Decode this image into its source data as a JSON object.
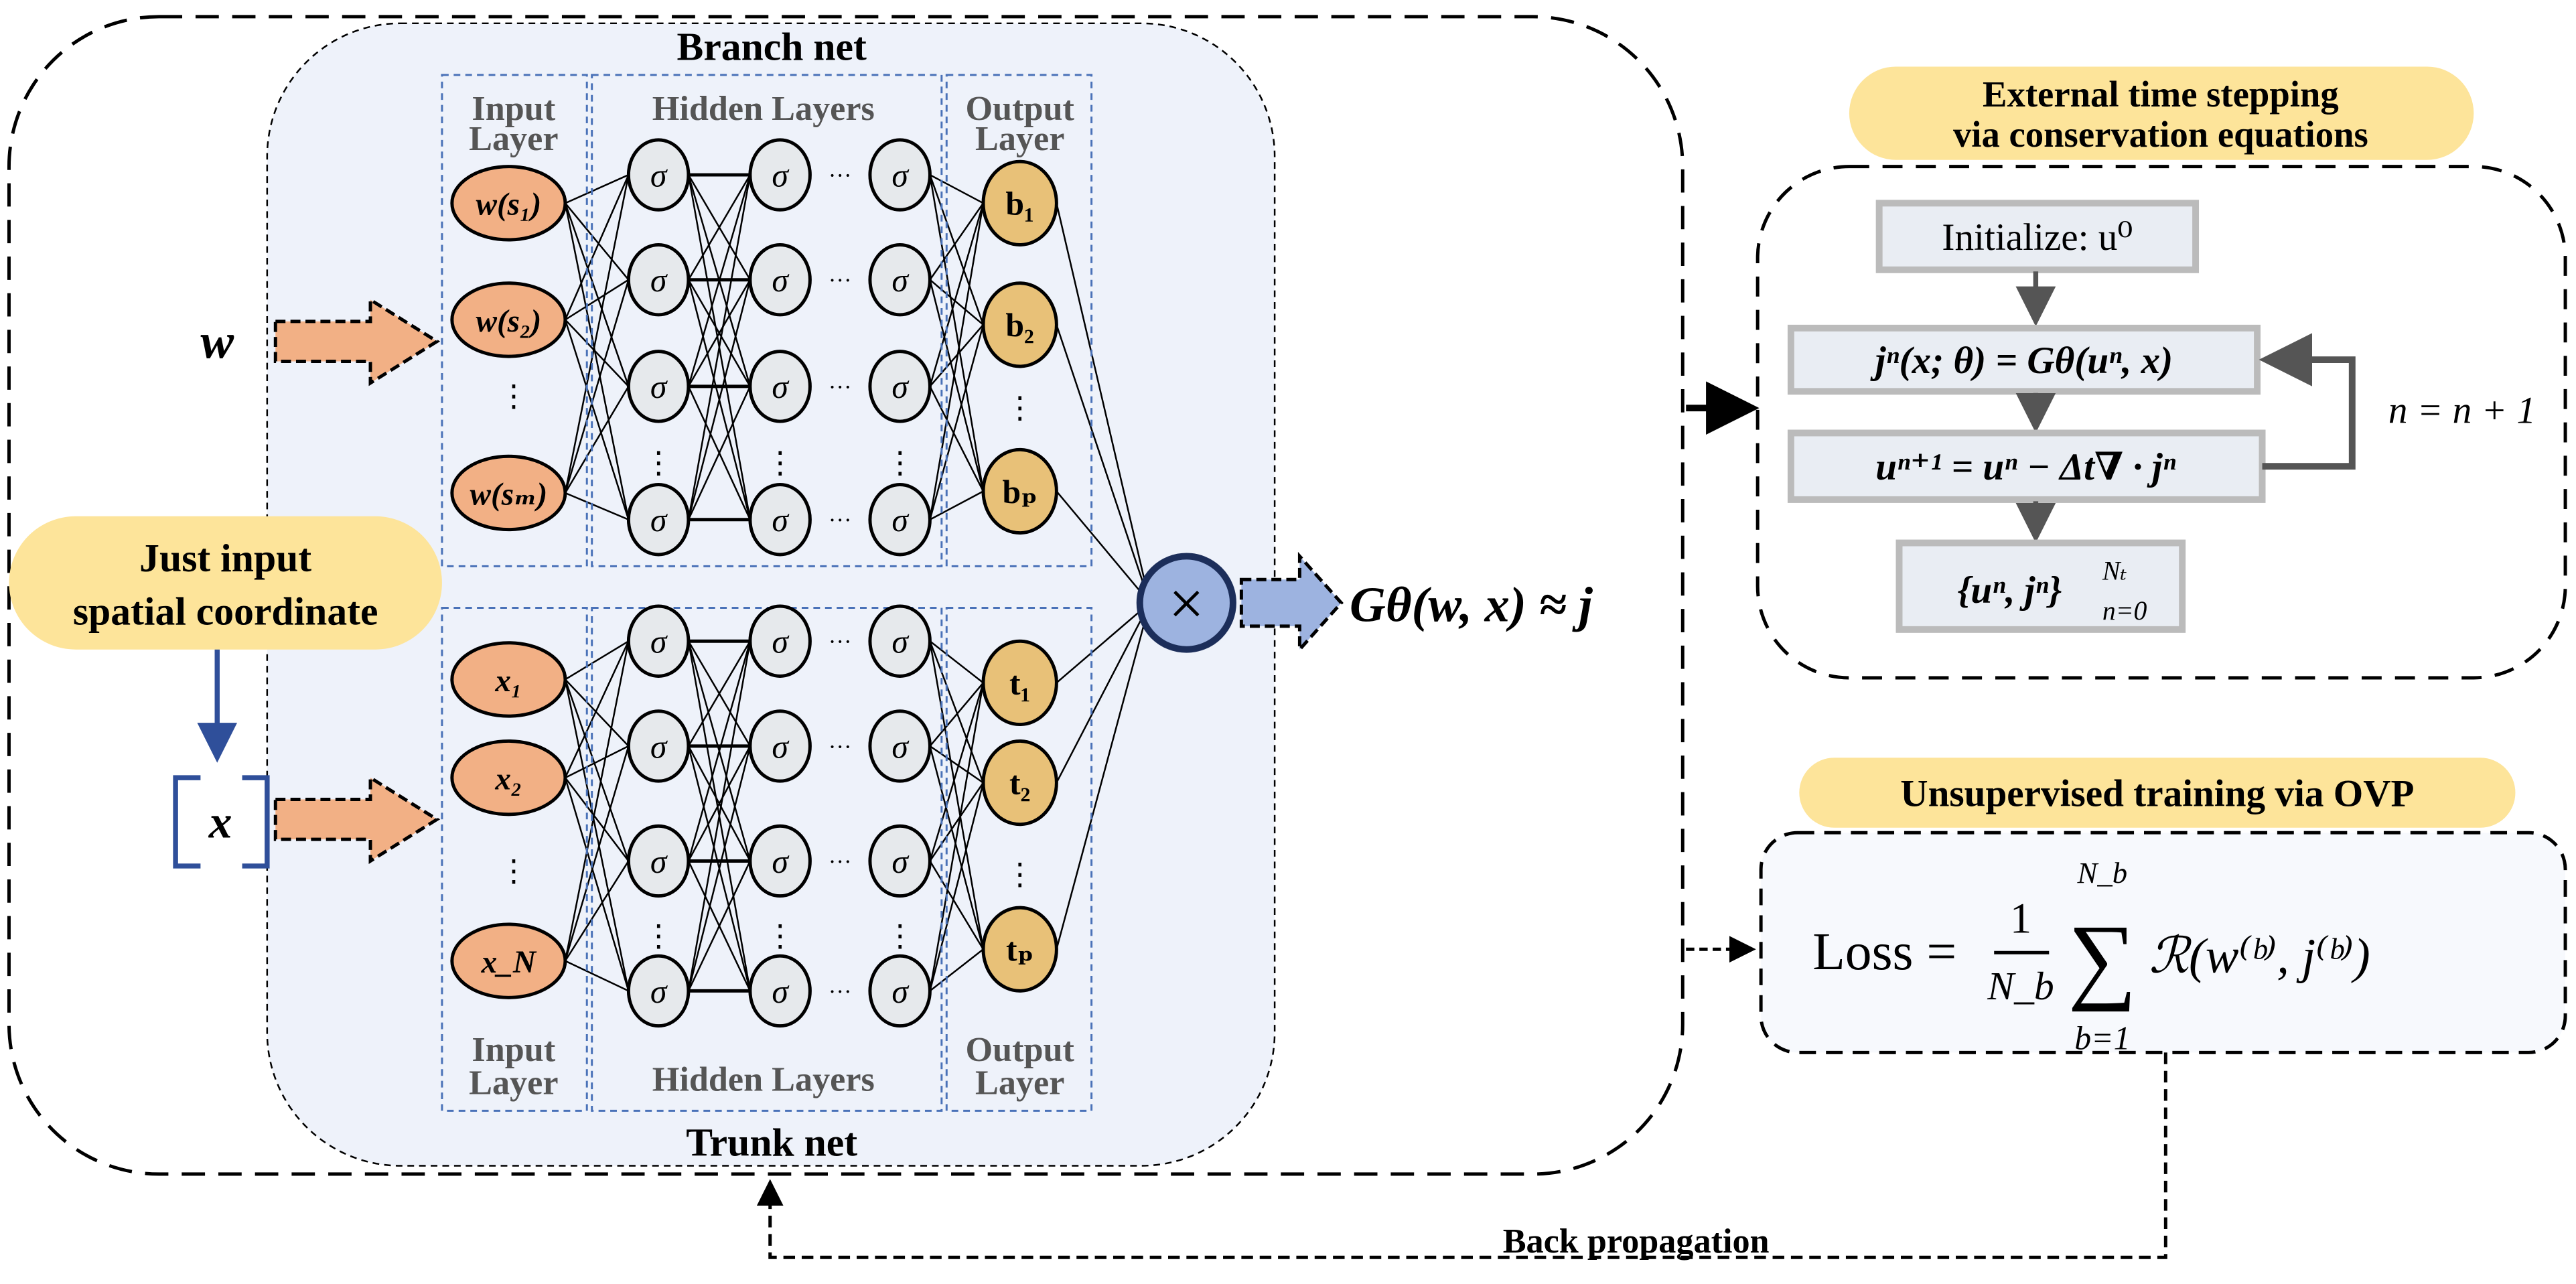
{
  "branch": {
    "title": "Branch net",
    "input_label": [
      "Input",
      "Layer"
    ],
    "hidden_label": "Hidden Layers",
    "output_label": [
      "Output",
      "Layer"
    ],
    "inputs": [
      "w(s₁)",
      "w(s₂)",
      "w(sₘ)"
    ],
    "outputs": [
      "b₁",
      "b₂",
      "bₚ"
    ],
    "input_symbol": "w"
  },
  "trunk": {
    "title": "Trunk net",
    "input_label": [
      "Input",
      "Layer"
    ],
    "hidden_label": "Hidden Layers",
    "output_label": [
      "Output",
      "Layer"
    ],
    "inputs": [
      "x₁",
      "x₂",
      "x_N"
    ],
    "outputs": [
      "t₁",
      "t₂",
      "tₚ"
    ],
    "input_symbol": "x"
  },
  "hidden_node_symbol": "σ",
  "ellipsis_h": "···",
  "ellipsis_v": "⋮",
  "multiply_symbol": "×",
  "operator_output": "Gθ(w, x) ≈ j",
  "callouts": {
    "spatial": [
      "Just input",
      "spatial coordinate"
    ],
    "time_stepping": [
      "External time stepping",
      "via conservation equations"
    ],
    "training": "Unsupervised training via OVP"
  },
  "time_stepping": {
    "init": "Initialize: u⁰",
    "step1": "jⁿ(x; θ) = Gθ(uⁿ, x)",
    "step2": "uⁿ⁺¹ = uⁿ − Δt∇ · jⁿ",
    "result": "{uⁿ, jⁿ}",
    "result_sup": "Nₜ",
    "result_sub": "n=0",
    "loop_label": "n = n + 1"
  },
  "loss": {
    "lhs": "Loss =",
    "numerator": "1",
    "denominator": "N_b",
    "sum": "∑",
    "sum_top": "N_b",
    "sum_bottom": "b=1",
    "term": "ℛ(w⁽ᵇ⁾, j⁽ᵇ⁾)"
  },
  "back_propagation": "Back propagation",
  "colors": {
    "input_node": "#f2b085",
    "output_node": "#e8c178",
    "hidden_node": "#e6e9ec",
    "net_bg": "#eef2fa",
    "callout": "#fde49a",
    "multiply": "#9db3e0",
    "layer_box": "#4a72b8",
    "blue_arrow": "#2f4f9a"
  }
}
